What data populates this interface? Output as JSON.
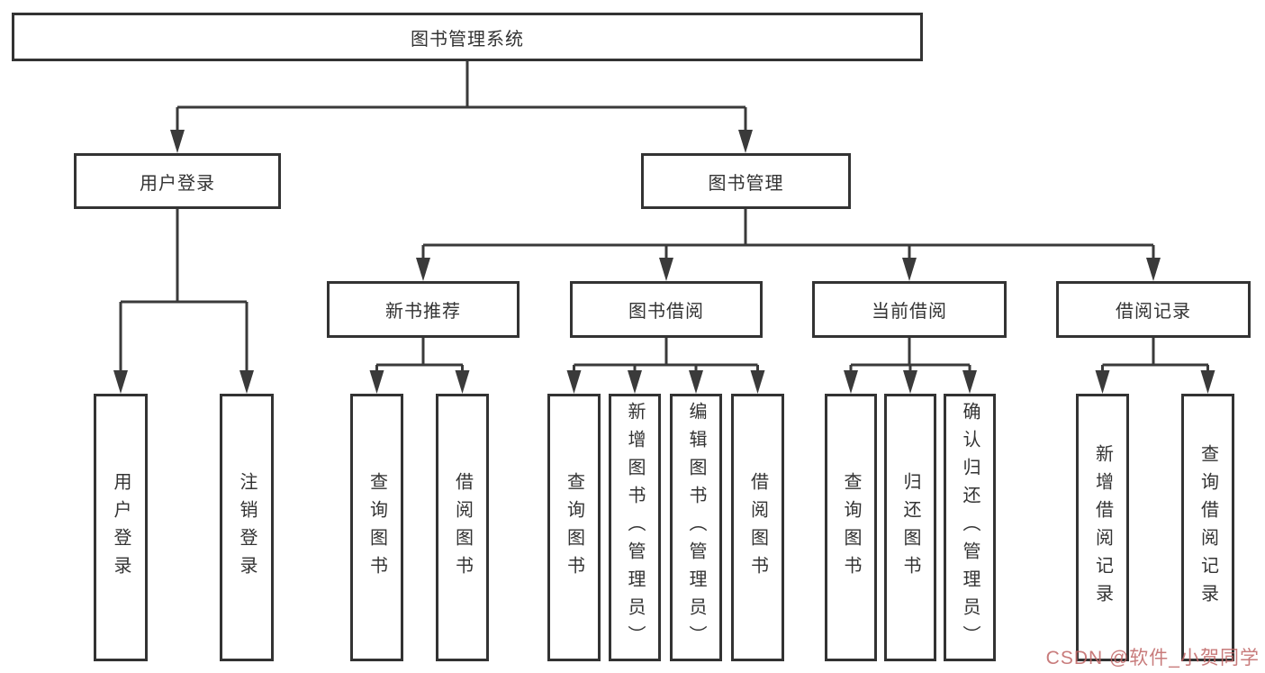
{
  "diagram": {
    "tree": {
      "label": "图书管理系统",
      "children": [
        {
          "label": "用户登录",
          "children": [
            {
              "label": "用户登录"
            },
            {
              "label": "注销登录"
            }
          ]
        },
        {
          "label": "图书管理",
          "children": [
            {
              "label": "新书推荐",
              "children": [
                {
                  "label": "查询图书"
                },
                {
                  "label": "借阅图书"
                }
              ]
            },
            {
              "label": "图书借阅",
              "children": [
                {
                  "label": "查询图书"
                },
                {
                  "label": "新增图书（管理员）"
                },
                {
                  "label": "编辑图书（管理员）"
                },
                {
                  "label": "借阅图书"
                }
              ]
            },
            {
              "label": "当前借阅",
              "children": [
                {
                  "label": "查询图书"
                },
                {
                  "label": "归还图书"
                },
                {
                  "label": "确认归还（管理员）"
                }
              ]
            },
            {
              "label": "借阅记录",
              "children": [
                {
                  "label": "新增借阅记录"
                },
                {
                  "label": "查询借阅记录"
                }
              ]
            }
          ]
        }
      ]
    }
  },
  "watermark": {
    "text": "CSDN @软件_小贺同学"
  },
  "colors": {
    "line": "#3a3a3a",
    "box_border": "#333333",
    "text": "#333333",
    "background": "#ffffff",
    "watermark": "#be6464"
  }
}
